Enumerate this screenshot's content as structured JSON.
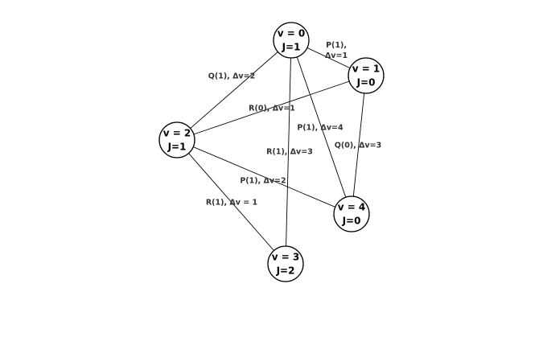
{
  "nodes": [
    {
      "id": "n0",
      "vib": "v = 0",
      "rot": "J=1"
    },
    {
      "id": "n1",
      "vib": "v = 1",
      "rot": "J=0"
    },
    {
      "id": "n2",
      "vib": "v = 2",
      "rot": "J=1"
    },
    {
      "id": "n3",
      "vib": "v = 3",
      "rot": "J=2"
    },
    {
      "id": "n4",
      "vib": "v = 4",
      "rot": "J=0"
    }
  ],
  "edges": [
    {
      "from": "n0",
      "to": "n1",
      "label_lines": [
        "P(1),",
        "Δv=1"
      ]
    },
    {
      "from": "n0",
      "to": "n2",
      "label_lines": [
        "Q(1), Δv=2"
      ]
    },
    {
      "from": "n0",
      "to": "n3",
      "label_lines": [
        "R(1), Δv=3"
      ]
    },
    {
      "from": "n0",
      "to": "n4",
      "label_lines": [
        "P(1), Δv=4"
      ]
    },
    {
      "from": "n2",
      "to": "n1",
      "label_lines": [
        "R(0), Δv=1"
      ]
    },
    {
      "from": "n1",
      "to": "n4",
      "label_lines": [
        "Q(0), Δv=3"
      ]
    },
    {
      "from": "n2",
      "to": "n4",
      "label_lines": [
        "P(1), Δv=2"
      ]
    },
    {
      "from": "n2",
      "to": "n3",
      "label_lines": [
        "R(1), Δv = 1"
      ]
    }
  ]
}
